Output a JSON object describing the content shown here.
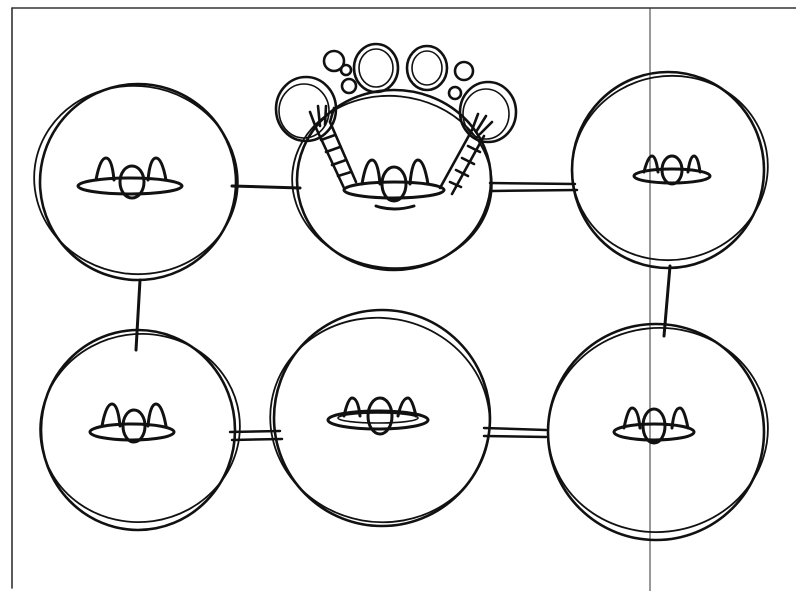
{
  "sketch": {
    "ink_color": "#111111",
    "paper_color": "#ffffff",
    "frame_color": "#333333",
    "rooms": [
      {
        "id": "room-top-left",
        "seat_icon": "egg-figures-on-plate-icon",
        "figures": 3
      },
      {
        "id": "room-top-center",
        "seat_icon": "egg-figures-on-plate-icon",
        "figures": 3,
        "highlight": "crowd-cheering-icon"
      },
      {
        "id": "room-top-right",
        "seat_icon": "egg-figures-on-plate-icon",
        "figures": 3
      },
      {
        "id": "room-bottom-left",
        "seat_icon": "egg-figures-on-plate-icon",
        "figures": 3
      },
      {
        "id": "room-bottom-center",
        "seat_icon": "egg-figures-on-plate-icon",
        "figures": 3
      },
      {
        "id": "room-bottom-right",
        "seat_icon": "egg-figures-on-plate-icon",
        "figures": 3
      }
    ],
    "links": [
      {
        "from": "room-top-left",
        "to": "room-top-center"
      },
      {
        "from": "room-top-center",
        "to": "room-top-right"
      },
      {
        "from": "room-top-left",
        "to": "room-bottom-left"
      },
      {
        "from": "room-top-right",
        "to": "room-bottom-right"
      },
      {
        "from": "room-bottom-left",
        "to": "room-bottom-center"
      },
      {
        "from": "room-bottom-center",
        "to": "room-bottom-right"
      }
    ]
  }
}
